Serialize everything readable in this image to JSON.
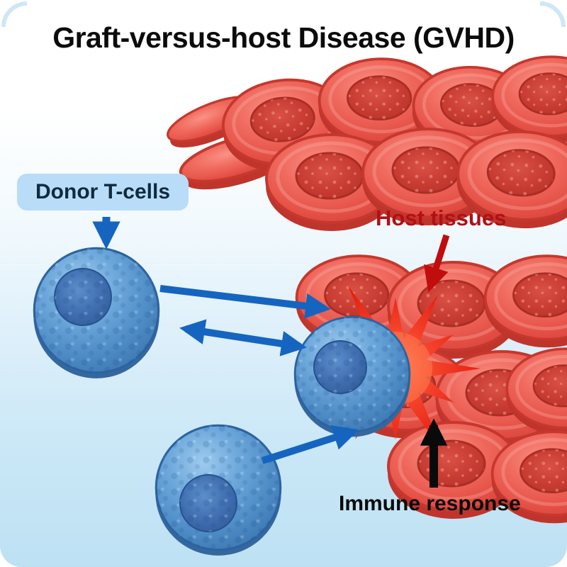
{
  "title": "Graft-versus-host Disease (GVHD)",
  "labels": {
    "donor_t_cells": "Donor T-cells",
    "host_tissues": "Host tissues",
    "immune_response": "Immune response"
  },
  "colors": {
    "background_top": "#ffffff",
    "background_bottom": "#bde1f3",
    "title_text": "#0b0b0b",
    "donor_label_bg": "#b9dcf8",
    "donor_label_text": "#102a3e",
    "host_label_text": "#b11015",
    "immune_label_text": "#0a0a0a",
    "arrow_blue": "#1565c0",
    "arrow_red": "#c00d0d",
    "arrow_black": "#0a0a0a",
    "donor_cell_blue": "#4e8cc6",
    "donor_nucleus_blue": "#3e6cae",
    "host_cell_red": "#e55046",
    "host_nucleus_red": "#c83c32",
    "inflammation_red": "#e01408"
  }
}
